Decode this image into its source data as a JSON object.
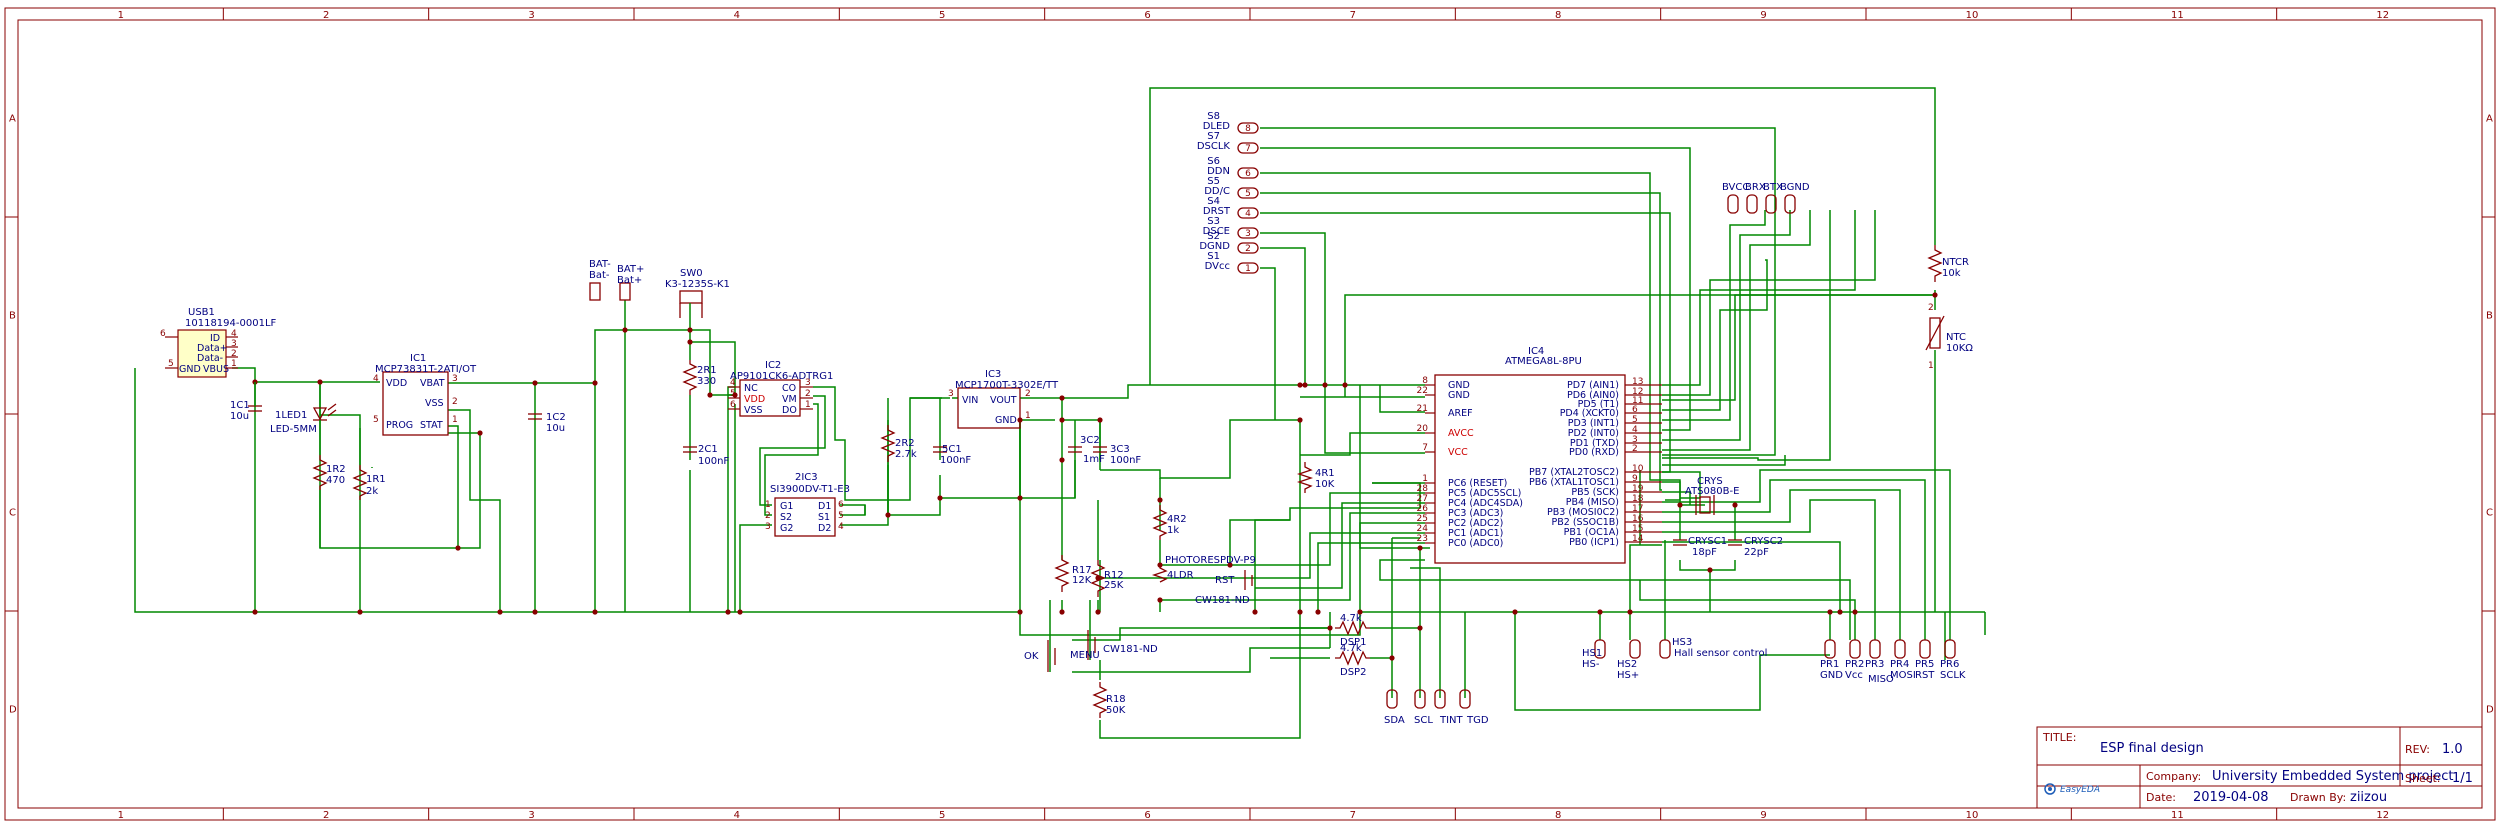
{
  "frame": {
    "columns": [
      "1",
      "2",
      "3",
      "4",
      "5",
      "6",
      "7",
      "8",
      "9",
      "10",
      "11",
      "12"
    ],
    "rows": [
      "A",
      "B",
      "C",
      "D"
    ]
  },
  "title_block": {
    "title_label": "TITLE:",
    "title": "ESP final design",
    "rev_label": "REV:",
    "rev": "1.0",
    "company_label": "Company:",
    "company": "University Embedded System project",
    "sheet_label": "Sheet:",
    "sheet": "1/1",
    "date_label": "Date:",
    "date": "2019-04-08",
    "drawn_label": "Drawn By:",
    "drawn_by": "ziizou",
    "logo_text": "EasyEDA"
  },
  "components": {
    "usb1": {
      "ref": "USB1",
      "value": "10118194-0001LF",
      "pins": [
        "ID",
        "Data+",
        "Data-",
        "GND",
        "VBUS"
      ],
      "nums": [
        "6",
        "4",
        "3",
        "2",
        "1",
        "5"
      ]
    },
    "c1": {
      "ref": "1C1",
      "value": "10u"
    },
    "led1": {
      "ref": "1LED1",
      "value": "LED-5MM"
    },
    "r2_470": {
      "ref": "1R2",
      "value": "470"
    },
    "r1_2k": {
      "ref": "1R1",
      "value": "2k"
    },
    "ic1": {
      "ref": "IC1",
      "value": "MCP73831T-2ATI/OT",
      "pins": [
        "VDD",
        "VBAT",
        "VSS",
        "PROG",
        "STAT"
      ],
      "nums": [
        "4",
        "3",
        "2",
        "5",
        "1"
      ]
    },
    "c2": {
      "ref": "1C2",
      "value": "10u"
    },
    "bat_minus": {
      "ref": "BAT-",
      "value": "Bat-"
    },
    "bat_plus": {
      "ref": "BAT+",
      "value": "Bat+"
    },
    "sw0": {
      "ref": "SW0",
      "value": "K3-1235S-K1"
    },
    "r330": {
      "ref": "2R1",
      "value": "330"
    },
    "c100n_a": {
      "ref": "2C1",
      "value": "100nF"
    },
    "ic2": {
      "ref": "IC2",
      "value": "AP9101CK6-ADTRG1",
      "pins": [
        "NC",
        "VDD",
        "VSS",
        "CO",
        "VM",
        "DO"
      ],
      "nums": [
        "4",
        "5",
        "6",
        "3",
        "2",
        "1"
      ]
    },
    "ic3b": {
      "ref": "2IC3",
      "value": "SI3900DV-T1-E3",
      "pins": [
        "G1",
        "S2",
        "G2",
        "D1",
        "S1",
        "D2"
      ],
      "nums": [
        "1",
        "2",
        "3",
        "6",
        "5",
        "4"
      ]
    },
    "r2_27k": {
      "ref": "2R2",
      "value": "2.7k"
    },
    "c5": {
      "ref": "5C1",
      "value": "100nF"
    },
    "ic3": {
      "ref": "IC3",
      "value": "MCP1700T-3302E/TT",
      "pins": [
        "VIN",
        "VOUT",
        "GND"
      ],
      "nums": [
        "3",
        "2",
        "1"
      ]
    },
    "c3c2": {
      "ref": "3C2",
      "value": "1mF"
    },
    "c3c3": {
      "ref": "3C3",
      "value": "100nF"
    },
    "r17": {
      "ref": "R17",
      "value": "12K"
    },
    "r12": {
      "ref": "R12",
      "value": "25K"
    },
    "r18": {
      "ref": "R18",
      "value": "50K"
    },
    "ok": {
      "ref": "OK"
    },
    "menu": {
      "ref": "MENU",
      "value": "CW181-ND"
    },
    "r4r2": {
      "ref": "4R2",
      "value": "1k"
    },
    "ldr": {
      "ref": "PHOTORESPDV-P9",
      "value": "4LDR"
    },
    "rst_sw": {
      "ref": "RST",
      "value": "CW181-ND"
    },
    "r4r1": {
      "ref": "4R1",
      "value": "10K"
    },
    "dsp1": {
      "ref": "DSP1",
      "value": "4.7k"
    },
    "dsp2": {
      "ref": "DSP2",
      "value": "4.7k"
    },
    "ic4": {
      "ref": "IC4",
      "value": "ATMEGA8L-8PU",
      "left_pins": [
        {
          "n": "8",
          "l": "GND"
        },
        {
          "n": "22",
          "l": "GND"
        },
        {
          "n": "21",
          "l": "AREF"
        },
        {
          "n": "20",
          "l": "AVCC"
        },
        {
          "n": "7",
          "l": "VCC"
        },
        {
          "n": "1",
          "l": "PC6 (RESET)"
        },
        {
          "n": "28",
          "l": "PC5 (ADC5SCL)"
        },
        {
          "n": "27",
          "l": "PC4 (ADC4SDA)"
        },
        {
          "n": "26",
          "l": "PC3 (ADC3)"
        },
        {
          "n": "25",
          "l": "PC2 (ADC2)"
        },
        {
          "n": "24",
          "l": "PC1 (ADC1)"
        },
        {
          "n": "23",
          "l": "PC0 (ADC0)"
        }
      ],
      "right_pins": [
        {
          "n": "13",
          "l": "PD7 (AIN1)"
        },
        {
          "n": "12",
          "l": "PD6 (AIN0)"
        },
        {
          "n": "11",
          "l": "PD5 (T1)"
        },
        {
          "n": "6",
          "l": "PD4 (XCKT0)"
        },
        {
          "n": "5",
          "l": "PD3 (INT1)"
        },
        {
          "n": "4",
          "l": "PD2 (INT0)"
        },
        {
          "n": "3",
          "l": "PD1 (TXD)"
        },
        {
          "n": "2",
          "l": "PD0 (RXD)"
        },
        {
          "n": "10",
          "l": "PB7 (XTAL2TOSC2)"
        },
        {
          "n": "9",
          "l": "PB6 (XTAL1TOSC1)"
        },
        {
          "n": "19",
          "l": "PB5 (SCK)"
        },
        {
          "n": "18",
          "l": "PB4 (MISO)"
        },
        {
          "n": "17",
          "l": "PB3 (MOSI0C2)"
        },
        {
          "n": "16",
          "l": "PB2 (SSOC1B)"
        },
        {
          "n": "15",
          "l": "PB1 (OC1A)"
        },
        {
          "n": "14",
          "l": "PB0 (ICP1)"
        }
      ]
    },
    "crys": {
      "ref": "CRYS",
      "value": "ATS080B-E"
    },
    "crysc1": {
      "ref": "CRYSC1",
      "value": "18pF"
    },
    "crysc2": {
      "ref": "CRYSC2",
      "value": "22pF"
    },
    "ntcr": {
      "ref": "NTCR",
      "value": "10k"
    },
    "ntc": {
      "ref": "NTC",
      "value": "10KΩ"
    }
  },
  "display_header": [
    {
      "s": "S8",
      "l": "DLED",
      "n": "8"
    },
    {
      "s": "S7",
      "l": "DSCLK",
      "n": "7"
    },
    {
      "s": "S6",
      "l": "DDN",
      "n": "6"
    },
    {
      "s": "S5",
      "l": "DD/C",
      "n": "5"
    },
    {
      "s": "S4",
      "l": "DRST",
      "n": "4"
    },
    {
      "s": "S3",
      "l": "DSCE",
      "n": "3"
    },
    {
      "s": "S2",
      "l": "DGND",
      "n": "2"
    },
    {
      "s": "S1",
      "l": "DVcc",
      "n": "1"
    }
  ],
  "bt_header": [
    "BVCC",
    "BRX",
    "BTX",
    "BGND"
  ],
  "hall": [
    {
      "ref": "HS1",
      "label": "HS-"
    },
    {
      "ref": "HS2",
      "label": "HS+"
    },
    {
      "ref": "HS3",
      "label": "Hall sensor control"
    }
  ],
  "i2c": [
    "SDA",
    "SCL",
    "TINT",
    "TGD"
  ],
  "prog_header": [
    {
      "ref": "PR1",
      "label": "GND"
    },
    {
      "ref": "PR2",
      "label": "Vcc"
    },
    {
      "ref": "PR3",
      "label": "MISO"
    },
    {
      "ref": "PR4",
      "label": "MOSI"
    },
    {
      "ref": "PR5",
      "label": "RST"
    },
    {
      "ref": "PR6",
      "label": "SCLK"
    }
  ]
}
